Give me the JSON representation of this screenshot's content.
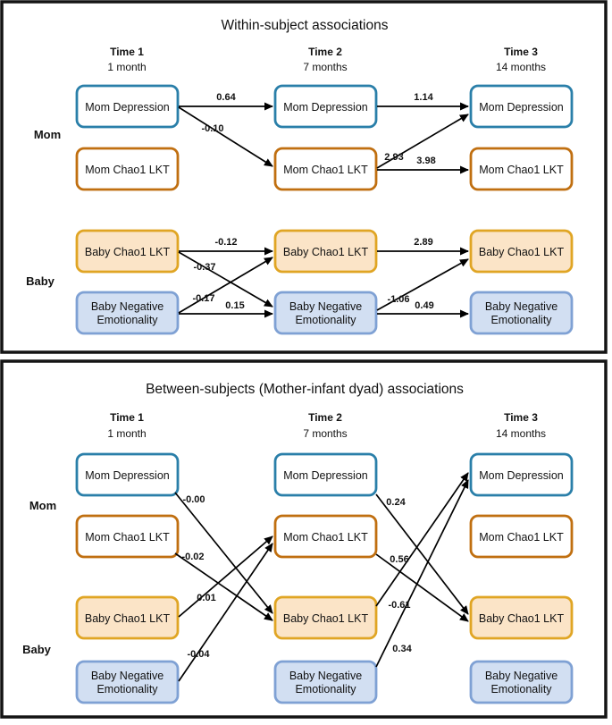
{
  "figure": {
    "panels": [
      {
        "id": "within",
        "title": "Within-subject associations",
        "columns": [
          {
            "time": "Time 1",
            "age": "1 month"
          },
          {
            "time": "Time 2",
            "age": "7 months"
          },
          {
            "time": "Time 3",
            "age": "14 months"
          }
        ],
        "group_labels": [
          "Mom",
          "Baby"
        ],
        "edges": [
          {
            "from": "mom_depression.t1",
            "to": "mom_depression.t2",
            "coef": "0.64"
          },
          {
            "from": "mom_depression.t1",
            "to": "mom_chao.t2",
            "coef": "-0.10"
          },
          {
            "from": "mom_depression.t2",
            "to": "mom_depression.t3",
            "coef": "1.14"
          },
          {
            "from": "mom_chao.t2",
            "to": "mom_depression.t3",
            "coef": "2.93"
          },
          {
            "from": "mom_chao.t2",
            "to": "mom_chao.t3",
            "coef": "3.98"
          },
          {
            "from": "baby_chao.t1",
            "to": "baby_chao.t2",
            "coef": "-0.12"
          },
          {
            "from": "baby_chao.t1",
            "to": "baby_neg.t2",
            "coef": "-0.37"
          },
          {
            "from": "baby_neg.t1",
            "to": "baby_chao.t2",
            "coef": "-0.17"
          },
          {
            "from": "baby_neg.t1",
            "to": "baby_neg.t2",
            "coef": "0.15"
          },
          {
            "from": "baby_chao.t2",
            "to": "baby_chao.t3",
            "coef": "2.89"
          },
          {
            "from": "baby_neg.t2",
            "to": "baby_chao.t3",
            "coef": "-1.06"
          },
          {
            "from": "baby_neg.t2",
            "to": "baby_neg.t3",
            "coef": "0.49"
          }
        ]
      },
      {
        "id": "between",
        "title": "Between-subjects (Mother-infant dyad) associations",
        "columns": [
          {
            "time": "Time 1",
            "age": "1 month"
          },
          {
            "time": "Time 2",
            "age": "7 months"
          },
          {
            "time": "Time 3",
            "age": "14 months"
          }
        ],
        "group_labels": [
          "Mom",
          "Baby"
        ],
        "edges": [
          {
            "from": "mom_depression.t1",
            "to": "baby_chao.t2",
            "coef": "-0.00"
          },
          {
            "from": "mom_chao.t1",
            "to": "baby_chao.t2",
            "coef": "-0.02"
          },
          {
            "from": "baby_chao.t1",
            "to": "mom_chao.t2",
            "coef": "0.01"
          },
          {
            "from": "baby_neg.t1",
            "to": "mom_chao.t2",
            "coef": "-0.04"
          },
          {
            "from": "mom_depression.t2",
            "to": "baby_chao.t3",
            "coef": "0.24"
          },
          {
            "from": "mom_chao.t2",
            "to": "baby_chao.t3",
            "coef": "0.56"
          },
          {
            "from": "baby_chao.t2",
            "to": "mom_depression.t3",
            "coef": "-0.61"
          },
          {
            "from": "baby_neg.t2",
            "to": "mom_depression.t3",
            "coef": "0.34"
          }
        ]
      }
    ],
    "node_types": {
      "mom_depression": {
        "label_lines": [
          "Mom Depression"
        ],
        "border": "#2A7FA9",
        "fill": "#FFFFFF"
      },
      "mom_chao": {
        "label_lines": [
          "Mom Chao1 LKT"
        ],
        "border": "#C06F10",
        "fill": "#FFFFFF"
      },
      "baby_chao": {
        "label_lines": [
          "Baby Chao1 LKT"
        ],
        "border": "#E0A524",
        "fill": "#FBE4C7"
      },
      "baby_neg": {
        "label_lines": [
          "Baby Negative",
          "Emotionality"
        ],
        "border": "#7FA1D4",
        "fill": "#D2DFF2"
      }
    },
    "colors": {
      "line": "#000000",
      "text": "#111111",
      "frame": "#141414",
      "background": "#FFFFFF"
    }
  }
}
